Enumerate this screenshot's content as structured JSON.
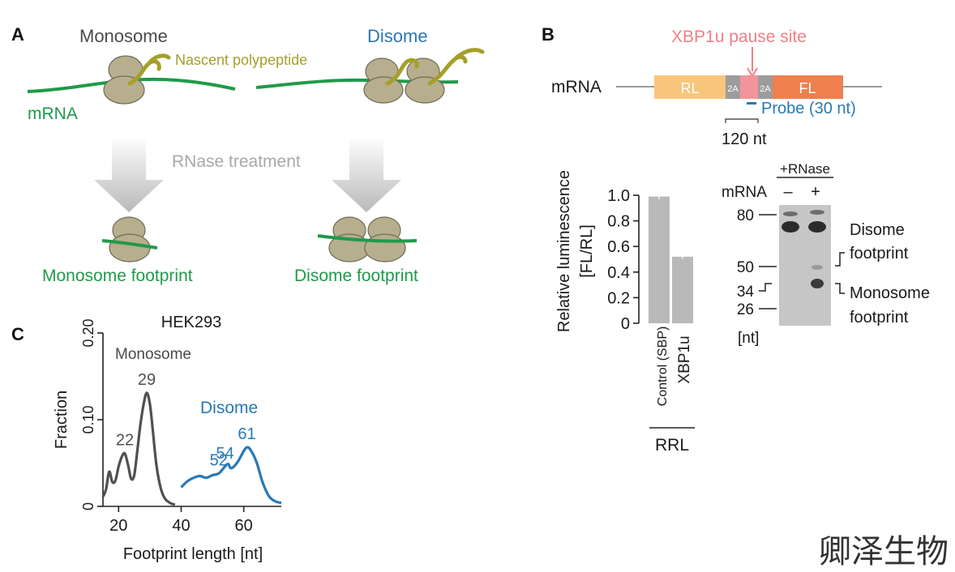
{
  "panel_a": {
    "label": "A",
    "monosome_title": "Monosome",
    "disome_title": "Disome",
    "nascent_label": "Nascent polypeptide",
    "mrna_label": "mRNA",
    "rnase_label": "RNase treatment",
    "monosome_footprint": "Monosome footprint",
    "disome_footprint": "Disome footprint",
    "colors": {
      "mrna": "#1f9a4a",
      "disome": "#2a78b4",
      "peptide": "#a5a02a",
      "ribosome": "#b7ae8d"
    }
  },
  "panel_b": {
    "label": "B",
    "pause_site": "XBP1u pause site",
    "mrna": "mRNA",
    "rl": "RL",
    "twoa_left": "2A",
    "twoa_right": "2A",
    "fl": "FL",
    "probe": "Probe (30 nt)",
    "scale": "120 nt",
    "colors": {
      "rl": "#f8c67b",
      "twoa": "#9c9c9c",
      "pause": "#f2949a",
      "fl": "#ef7f4e"
    }
  },
  "panel_c": {
    "label": "C"
  },
  "watermark": "卿泽生物",
  "chart_data": [
    {
      "type": "bar",
      "ylabel_line1": "Relative luminescence",
      "ylabel_line2": "[FL/RL]",
      "categories": [
        "Control (SBP)",
        "XBP1u"
      ],
      "values": [
        0.99,
        0.52
      ],
      "errors": [
        0.02,
        0.015
      ],
      "yticks": [
        "0",
        "0.2",
        "0.4",
        "0.6",
        "0.8",
        "1.0"
      ],
      "ylim": [
        0,
        1.0
      ],
      "group_label": "RRL",
      "bar_color": "#b9b9b9"
    },
    {
      "type": "gel",
      "header": "+RNase",
      "row_label": "mRNA",
      "lanes": [
        "–",
        "+"
      ],
      "markers": [
        "80",
        "50",
        "34",
        "26"
      ],
      "unit": "[nt]",
      "disome_label_line1": "Disome",
      "disome_label_line2": "footprint",
      "monosome_label_line1": "Monosome",
      "monosome_label_line2": "footprint"
    },
    {
      "type": "line",
      "title": "HEK293",
      "xlabel": "Footprint length [nt]",
      "ylabel": "Fraction",
      "xticks": [
        "20",
        "40",
        "60"
      ],
      "yticks": [
        "0",
        "0.10",
        "0.20"
      ],
      "xlim": [
        15,
        72
      ],
      "ylim": [
        0,
        0.2
      ],
      "series": [
        {
          "name": "Monosome",
          "color": "#505050",
          "x": [
            15,
            16,
            17,
            18,
            19,
            20,
            21,
            22,
            23,
            24,
            25,
            26,
            27,
            28,
            29,
            30,
            31,
            32,
            33,
            34,
            35,
            36,
            37,
            38
          ],
          "y": [
            0.011,
            0.02,
            0.04,
            0.028,
            0.03,
            0.046,
            0.057,
            0.061,
            0.048,
            0.032,
            0.036,
            0.065,
            0.095,
            0.118,
            0.131,
            0.118,
            0.085,
            0.05,
            0.028,
            0.015,
            0.008,
            0.005,
            0.003,
            0.002
          ],
          "peaks": [
            {
              "x": 22,
              "label": "22"
            },
            {
              "x": 29,
              "label": "29"
            }
          ]
        },
        {
          "name": "Disome",
          "color": "#2a78b4",
          "x": [
            40,
            42,
            44,
            46,
            48,
            50,
            52,
            54,
            55,
            56,
            58,
            60,
            61,
            62,
            64,
            66,
            68,
            70,
            72
          ],
          "y": [
            0.022,
            0.029,
            0.033,
            0.035,
            0.033,
            0.036,
            0.038,
            0.046,
            0.049,
            0.044,
            0.051,
            0.064,
            0.068,
            0.066,
            0.052,
            0.028,
            0.012,
            0.006,
            0.004
          ],
          "peaks": [
            {
              "x": 52,
              "label": "52"
            },
            {
              "x": 54,
              "label": "54"
            },
            {
              "x": 61,
              "label": "61"
            }
          ]
        }
      ]
    }
  ]
}
